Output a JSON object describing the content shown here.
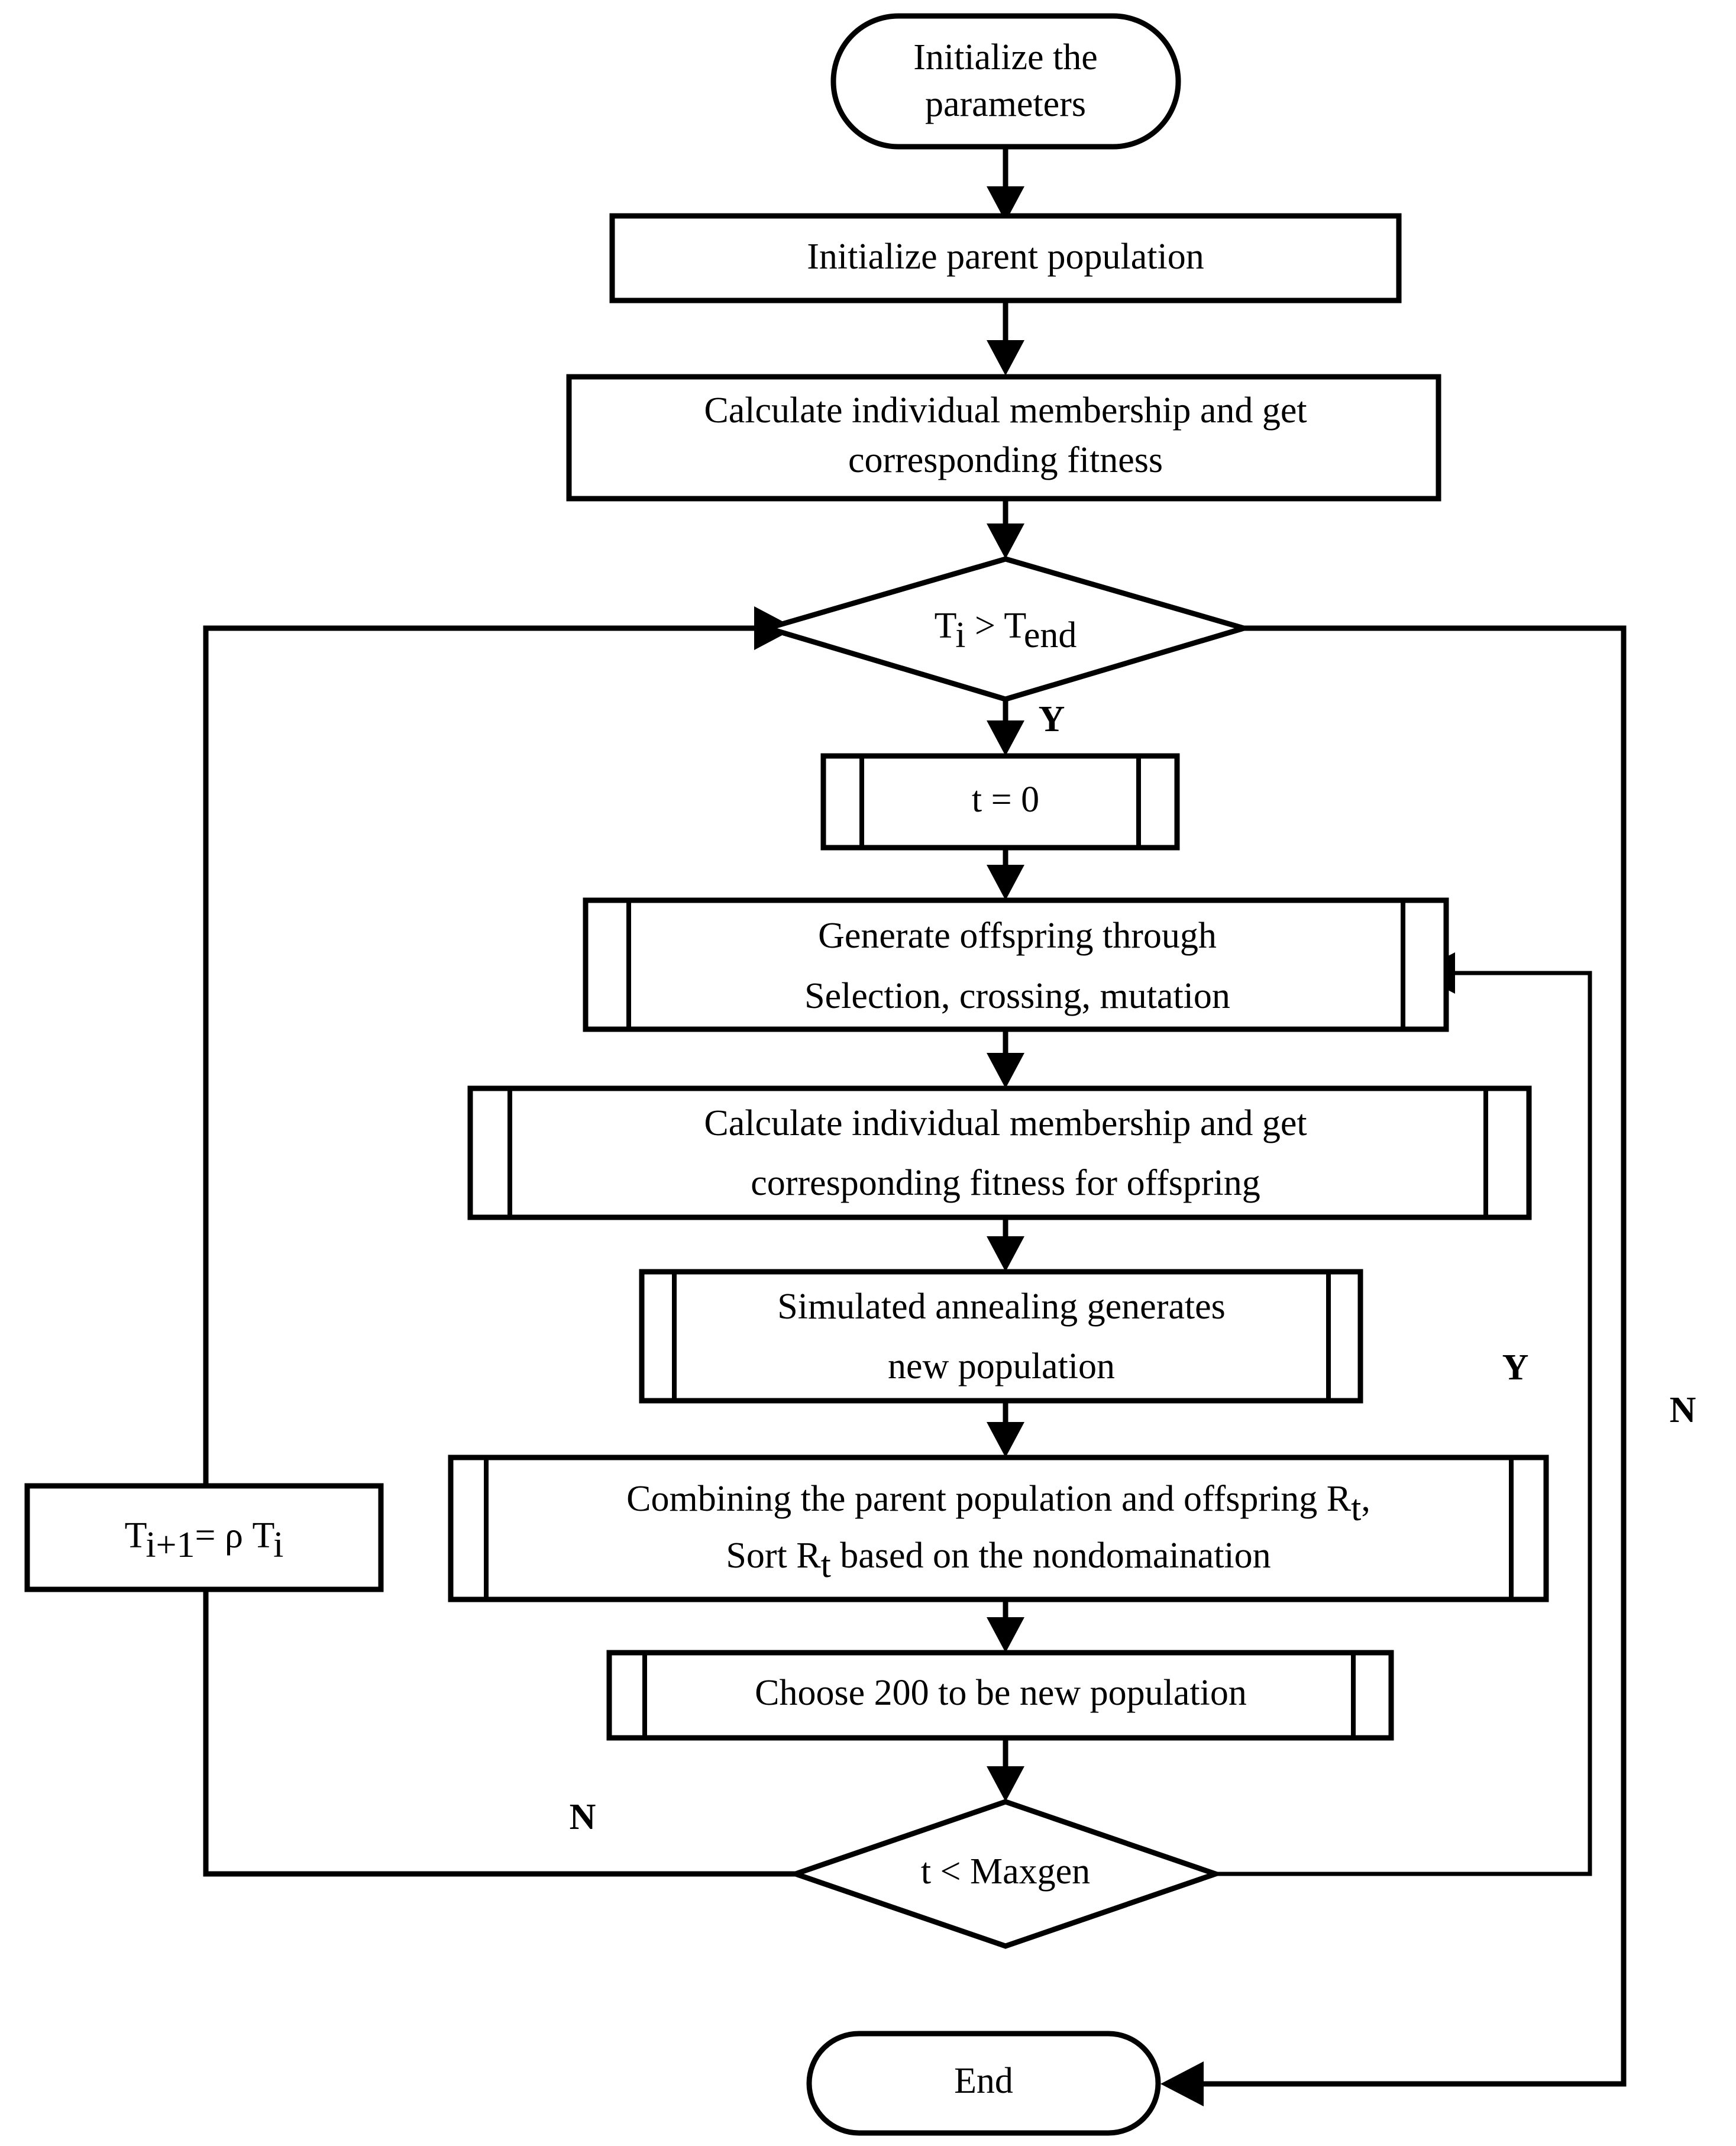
{
  "diagram": {
    "title": "NSGA-II with Simulated Annealing flowchart",
    "stroke_color": "#000000",
    "fill_color": "#ffffff",
    "background": "#ffffff"
  },
  "nodes": {
    "start": {
      "shape": "terminator",
      "label": "Initialize the parameters",
      "line1": "Initialize the",
      "line2": "parameters"
    },
    "init_parent": {
      "shape": "process",
      "label": "Initialize parent population",
      "line1": "Initialize parent population"
    },
    "calc_fitness": {
      "shape": "process",
      "label": "Calculate individual membership and get corresponding fitness",
      "line1": "Calculate individual membership and get",
      "line2": "corresponding fitness"
    },
    "temp_check": {
      "shape": "decision",
      "label": "Tᵢ > Tₑₙₔ",
      "lhs": "T",
      "lhs_sub": "i",
      "op": " > ",
      "rhs": "T",
      "rhs_sub": "end"
    },
    "t_zero": {
      "shape": "predefined-process",
      "label": "t = 0",
      "line1": "t = 0"
    },
    "generate_offspring": {
      "shape": "predefined-process",
      "label": "Generate offspring through Selection, crossing, mutation",
      "line1": "Generate offspring through",
      "line2": "Selection, crossing, mutation"
    },
    "calc_fitness_offspring": {
      "shape": "predefined-process",
      "label": "Calculate individual membership and get corresponding fitness  for offspring",
      "line1": "Calculate individual membership and get",
      "line2": "corresponding fitness  for offspring"
    },
    "annealing": {
      "shape": "predefined-process",
      "label": "Simulated annealing generates new population",
      "line1": "Simulated annealing generates",
      "line2": "new population"
    },
    "combining": {
      "shape": "predefined-process",
      "label": "Combining the parent population and offspring Rt, Sort Rt based on the nondomaination",
      "line1_a": "Combining the parent population and offspring R",
      "line1_sub": "t",
      "line1_b": ",",
      "line2_a": "Sort R",
      "line2_sub": "t",
      "line2_b": " based on the nondomaination"
    },
    "choose": {
      "shape": "predefined-process",
      "label": "Choose 200 to be new population",
      "line1": "Choose 200 to be new population"
    },
    "maxgen_check": {
      "shape": "decision",
      "label": "t < Maxgen",
      "line1": "t < Maxgen"
    },
    "temp_update": {
      "shape": "process",
      "label": "Tᵢ₊₁ = ρ Tᵢ",
      "lhs": "T",
      "lhs_sub": "i+1",
      "eq": "= ",
      "rho": "ρ",
      "rhs": " T",
      "rhs_sub": "i"
    },
    "end": {
      "shape": "terminator",
      "label": "End",
      "line1": "End"
    }
  },
  "branch_labels": {
    "temp_yes": "Y",
    "temp_no": "N",
    "maxgen_yes": "Y",
    "maxgen_no": "N"
  }
}
